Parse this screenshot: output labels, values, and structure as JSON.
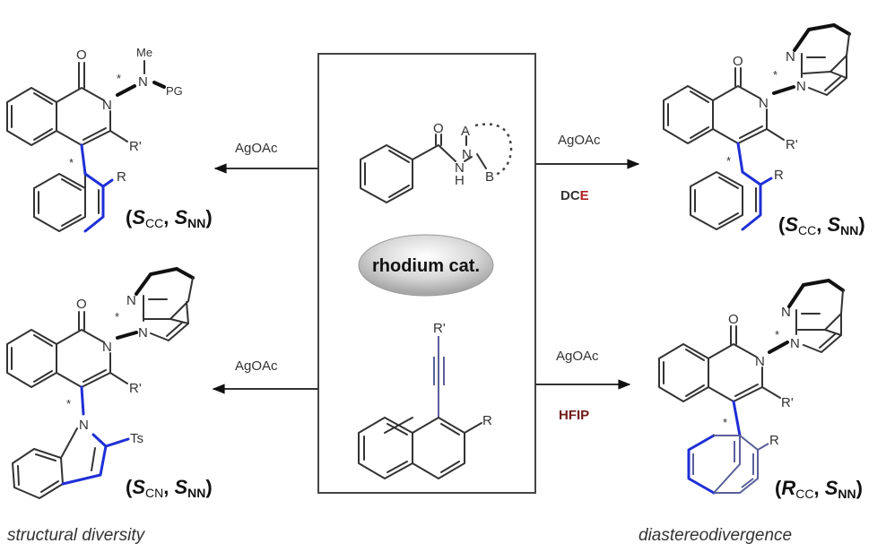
{
  "center_box": {
    "substrate_atoms": {
      "O": "O",
      "N1": "N",
      "H": "H",
      "N2": "N",
      "A": "A",
      "B": "B"
    },
    "catalyst_label": "rhodium cat.",
    "alkyne_atoms": {
      "Rprime": "R'",
      "R": "R"
    }
  },
  "arrows": {
    "top_left": {
      "reagent": "AgOAc"
    },
    "bottom_left": {
      "reagent": "AgOAc"
    },
    "top_right": {
      "reagent": "AgOAc",
      "solvent": "DCE"
    },
    "bottom_right": {
      "reagent": "AgOAc",
      "solvent": "HFIP"
    }
  },
  "products": {
    "top_left": {
      "atoms": {
        "O": "O",
        "N": "N",
        "N2": "N",
        "Me": "Me",
        "PG": "PG",
        "Rprime": "R'",
        "R": "R",
        "star": "*"
      },
      "config": {
        "first": "S",
        "first_sub": "CC",
        "second": "S",
        "second_sub": "NN"
      }
    },
    "bottom_left": {
      "atoms": {
        "O": "O",
        "N": "N",
        "Npy": "N",
        "Npyr": "N",
        "Nind": "N",
        "Rprime": "R'",
        "Ts": "Ts",
        "star": "*"
      },
      "config": {
        "first": "S",
        "first_sub": "CN",
        "second": "S",
        "second_sub": "NN"
      }
    },
    "top_right": {
      "atoms": {
        "O": "O",
        "N": "N",
        "Npy": "N",
        "Npyr": "N",
        "Rprime": "R'",
        "R": "R",
        "star": "*"
      },
      "config": {
        "first": "S",
        "first_sub": "CC",
        "second": "S",
        "second_sub": "NN"
      }
    },
    "bottom_right": {
      "atoms": {
        "O": "O",
        "N": "N",
        "Npy": "N",
        "Npyr": "N",
        "Rprime": "R'",
        "R": "R",
        "star": "*"
      },
      "config": {
        "first": "R",
        "first_sub": "CC",
        "second": "S",
        "second_sub": "NN"
      }
    }
  },
  "captions": {
    "left": "structural diversity",
    "right": "diastereodivergence"
  },
  "colors": {
    "highlight_bond": "#1f2fd6",
    "solvent_dark_red": "#6e1a1a",
    "solvent_E_red": "#b02020",
    "text": "#333333"
  }
}
